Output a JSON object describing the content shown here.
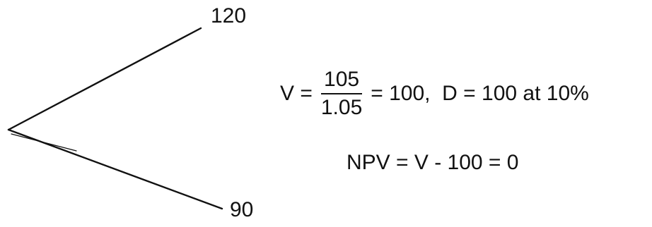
{
  "tree": {
    "up_value": "120",
    "down_value": "90"
  },
  "equation1": {
    "lhs": "V =",
    "numerator": "105",
    "denominator": "1.05",
    "rhs": "= 100,  D = 100 at 10%"
  },
  "equation2": {
    "text": "NPV = V - 100 = 0"
  }
}
